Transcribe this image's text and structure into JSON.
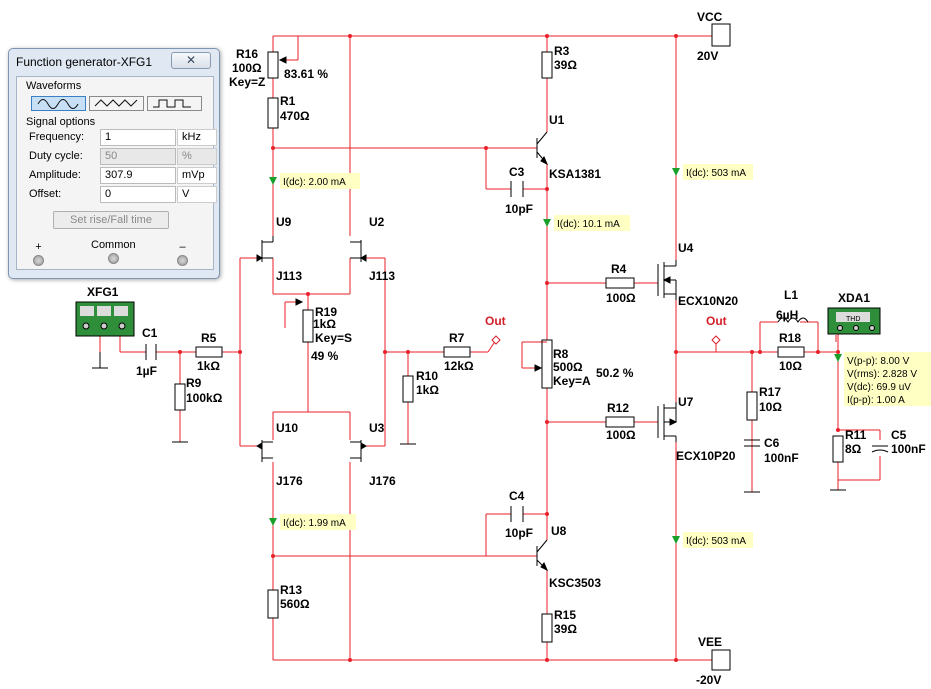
{
  "function_generator": {
    "title": "Function generator-XFG1",
    "close_icon": "close-icon",
    "waveforms_label": "Waveforms",
    "waveform_buttons": [
      "sine-wave-icon",
      "triangle-wave-icon",
      "square-wave-icon"
    ],
    "selected_waveform": "sine",
    "signal_options_label": "Signal options",
    "fields": [
      {
        "label": "Frequency:",
        "value": "1",
        "unit": "kHz",
        "enabled": true
      },
      {
        "label": "Duty cycle:",
        "value": "50",
        "unit": "%",
        "enabled": false
      },
      {
        "label": "Amplitude:",
        "value": "307.9",
        "unit": "mVp",
        "enabled": true
      },
      {
        "label": "Offset:",
        "value": "0",
        "unit": "V",
        "enabled": true
      }
    ],
    "rise_fall_button": "Set rise/Fall time",
    "terminals": {
      "plus": "+",
      "common": "Common",
      "minus": "–"
    }
  },
  "schematic": {
    "wire_color": "#e8202a",
    "probe_color": "#ffffc4",
    "vcc": {
      "name": "VCC",
      "value": "20V"
    },
    "vee": {
      "name": "VEE",
      "value": "-20V"
    },
    "instruments": {
      "xfg1": "XFG1",
      "xda1": "XDA1",
      "xda1_screen": "THD"
    },
    "components": {
      "R16": {
        "name": "R16",
        "value": "100Ω",
        "key": "Key=Z",
        "setting": "83.61 %"
      },
      "R1": {
        "name": "R1",
        "value": "470Ω"
      },
      "R3": {
        "name": "R3",
        "value": "39Ω"
      },
      "U1": {
        "name": "U1",
        "model": "KSA1381"
      },
      "C3": {
        "name": "C3",
        "value": "10pF"
      },
      "U9": {
        "name": "U9",
        "model": "J113"
      },
      "U2": {
        "name": "U2",
        "model": "J113"
      },
      "R19": {
        "name": "R19",
        "value": "1kΩ",
        "key": "Key=S",
        "setting": "49 %"
      },
      "C1": {
        "name": "C1",
        "value": "1µF"
      },
      "R5": {
        "name": "R5",
        "value": "1kΩ"
      },
      "R9": {
        "name": "R9",
        "value": "100kΩ"
      },
      "R7": {
        "name": "R7",
        "value": "12kΩ"
      },
      "R10": {
        "name": "R10",
        "value": "1kΩ"
      },
      "R4": {
        "name": "R4",
        "value": "100Ω"
      },
      "U4": {
        "name": "U4",
        "model": "ECX10N20"
      },
      "L1": {
        "name": "L1",
        "value": "6µH"
      },
      "R18": {
        "name": "R18",
        "value": "10Ω"
      },
      "R8": {
        "name": "R8",
        "value": "500Ω",
        "key": "Key=A",
        "setting": "50.2 %"
      },
      "R12": {
        "name": "R12",
        "value": "100Ω"
      },
      "U7": {
        "name": "U7",
        "model": "ECX10P20"
      },
      "R17": {
        "name": "R17",
        "value": "10Ω"
      },
      "C6": {
        "name": "C6",
        "value": "100nF"
      },
      "R11": {
        "name": "R11",
        "value": "8Ω"
      },
      "C5": {
        "name": "C5",
        "value": "100nF"
      },
      "U10": {
        "name": "U10",
        "model": "J176"
      },
      "U3": {
        "name": "U3",
        "model": "J176"
      },
      "C4": {
        "name": "C4",
        "value": "10pF"
      },
      "U8": {
        "name": "U8",
        "model": "KSC3503"
      },
      "R13": {
        "name": "R13",
        "value": "560Ω"
      },
      "R15": {
        "name": "R15",
        "value": "39Ω"
      }
    },
    "out_labels": [
      "Out",
      "Out"
    ],
    "probes": {
      "p1": "I(dc): 2.00 mA",
      "p2": "I(dc): 10.1 mA",
      "p3": "I(dc): 503 mA",
      "p4": "I(dc): 1.99 mA",
      "p5": "I(dc): 503 mA",
      "p6": [
        "V(p-p): 8.00 V",
        "V(rms): 2.828 V",
        "V(dc): 69.9 uV",
        "I(p-p): 1.00 A"
      ]
    }
  }
}
